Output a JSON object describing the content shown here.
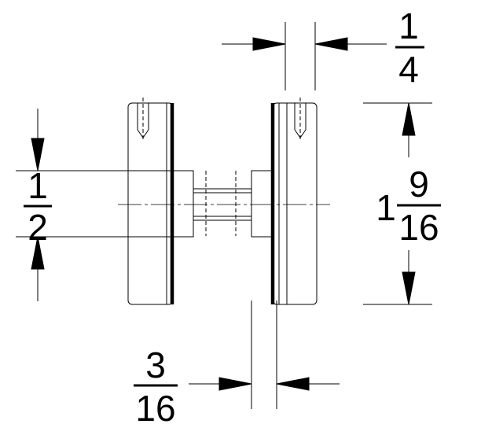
{
  "diagram": {
    "dimensions": {
      "top": {
        "numerator": "1",
        "denominator": "4"
      },
      "left": {
        "numerator": "1",
        "denominator": "2"
      },
      "right": {
        "whole": "1",
        "numerator": "9",
        "denominator": "16"
      },
      "bottom": {
        "numerator": "3",
        "denominator": "16"
      }
    },
    "colors": {
      "ink": "#000000",
      "background": "#ffffff"
    }
  }
}
